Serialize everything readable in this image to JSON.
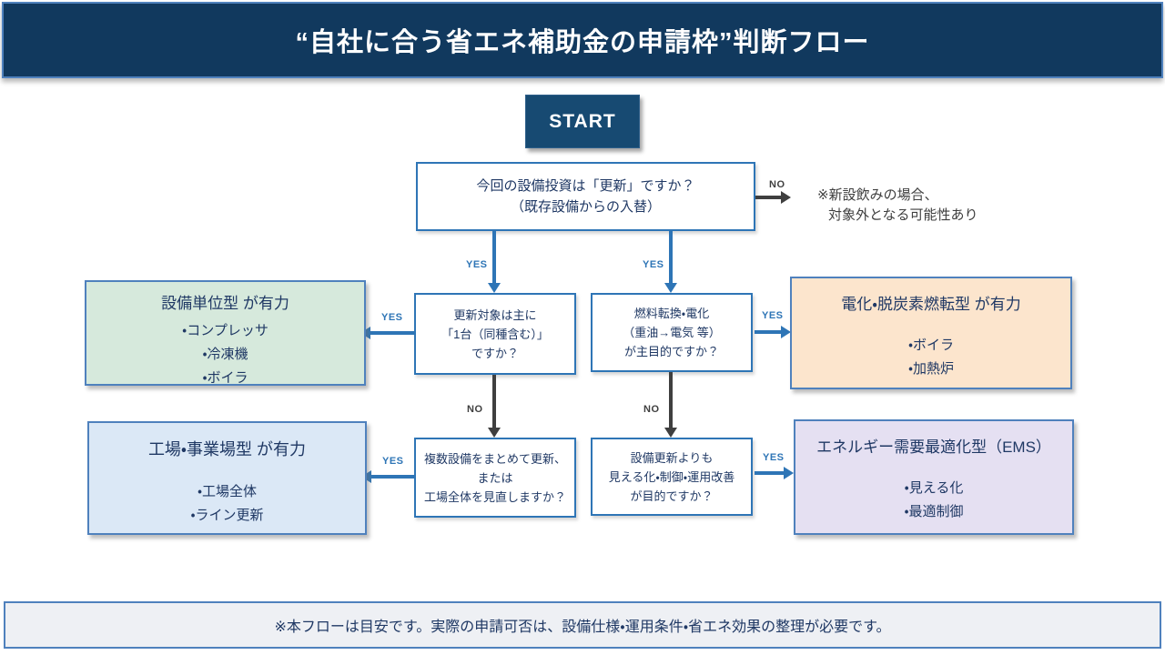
{
  "header": {
    "title": "“自社に合う省エネ補助金の申請枠”判断フロー"
  },
  "flow": {
    "start": "START",
    "q1": [
      "今回の設備投資は「更新」ですか？",
      "（既存設備からの入替）"
    ],
    "note": [
      "※新設飲みの場合、",
      "対象外となる可能性あり"
    ],
    "q2a": [
      "更新対象は主に",
      "「1台（同種含む）」",
      "ですか？"
    ],
    "q2b": [
      "燃料転換・電化",
      "（重油→電気 等）",
      "が主目的ですか？"
    ],
    "q3a": [
      "複数設備をまとめて更新、",
      "または",
      "工場全体を見直しますか？"
    ],
    "q3b": [
      "設備更新よりも",
      "見える化・制御・運用改善",
      "が目的ですか？"
    ],
    "labels": {
      "yes": "YES",
      "no": "NO"
    }
  },
  "outcomes": {
    "equipment_unit": {
      "title": "設備単位型 が有力",
      "items": [
        "・コンプレッサ",
        "・冷凍機",
        "・ボイラ"
      ]
    },
    "electrification": {
      "title": "電化・脱炭素燃転型 が有力",
      "items": [
        "・ボイラ",
        "・加熱炉"
      ]
    },
    "factory_site": {
      "title": "工場・事業場型 が有力",
      "items": [
        "・工場全体",
        "・ライン更新"
      ]
    },
    "ems": {
      "title": "エネルギー需要最適化型（EMS）",
      "items": [
        "・見える化",
        "・最適制御"
      ]
    }
  },
  "footer": {
    "note": "※本フローは目安です。実際の申請可否は、設備仕様・運用条件・省エネ効果の整理が必要です。"
  },
  "colors": {
    "header_bg": "#11395e",
    "accent_border": "#4f81bd",
    "question_border": "#2e75b6",
    "yes": "#2e75b6",
    "no": "#3f3f3f",
    "text_navy": "#1f3864",
    "green_bg": "#d6e9dc",
    "orange_bg": "#fce5cd",
    "blue_bg": "#dbe8f6",
    "purple_bg": "#e5e0f2",
    "footer_bg": "#eef0f4"
  }
}
